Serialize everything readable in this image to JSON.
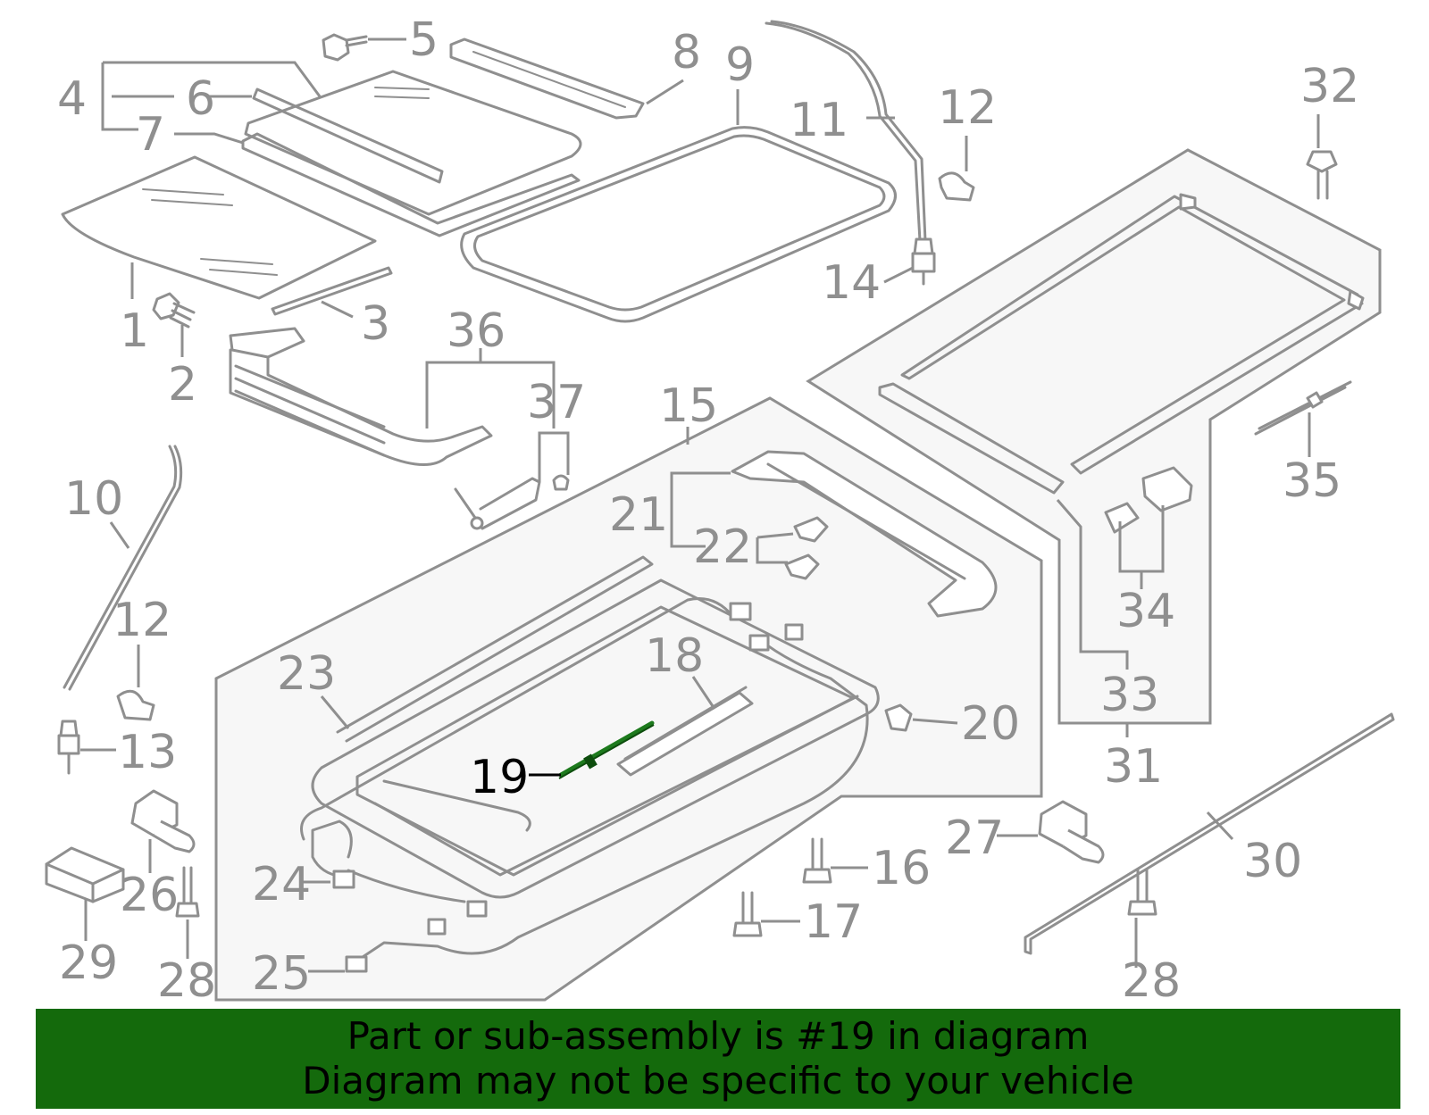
{
  "diagram": {
    "callouts": [
      {
        "id": "1",
        "label": "1"
      },
      {
        "id": "2",
        "label": "2"
      },
      {
        "id": "3",
        "label": "3"
      },
      {
        "id": "4",
        "label": "4"
      },
      {
        "id": "5",
        "label": "5"
      },
      {
        "id": "6",
        "label": "6"
      },
      {
        "id": "7",
        "label": "7"
      },
      {
        "id": "8",
        "label": "8"
      },
      {
        "id": "9",
        "label": "9"
      },
      {
        "id": "10",
        "label": "10"
      },
      {
        "id": "11",
        "label": "11"
      },
      {
        "id": "12a",
        "label": "12"
      },
      {
        "id": "12b",
        "label": "12"
      },
      {
        "id": "13",
        "label": "13"
      },
      {
        "id": "14",
        "label": "14"
      },
      {
        "id": "15",
        "label": "15"
      },
      {
        "id": "16",
        "label": "16"
      },
      {
        "id": "17",
        "label": "17"
      },
      {
        "id": "18",
        "label": "18"
      },
      {
        "id": "19",
        "label": "19"
      },
      {
        "id": "20",
        "label": "20"
      },
      {
        "id": "21",
        "label": "21"
      },
      {
        "id": "22",
        "label": "22"
      },
      {
        "id": "23",
        "label": "23"
      },
      {
        "id": "24",
        "label": "24"
      },
      {
        "id": "25",
        "label": "25"
      },
      {
        "id": "26",
        "label": "26"
      },
      {
        "id": "27",
        "label": "27"
      },
      {
        "id": "28a",
        "label": "28"
      },
      {
        "id": "28b",
        "label": "28"
      },
      {
        "id": "29",
        "label": "29"
      },
      {
        "id": "30",
        "label": "30"
      },
      {
        "id": "31",
        "label": "31"
      },
      {
        "id": "32",
        "label": "32"
      },
      {
        "id": "33",
        "label": "33"
      },
      {
        "id": "34",
        "label": "34"
      },
      {
        "id": "35",
        "label": "35"
      },
      {
        "id": "36",
        "label": "36"
      },
      {
        "id": "37",
        "label": "37"
      }
    ],
    "highlighted_part": "19",
    "colors": {
      "line": "#8f8f8f",
      "highlight_part": "#1d7a1d",
      "highlight_label": "#000000",
      "banner_background": "#146a0c",
      "banner_text": "#000000",
      "group_fill": "#f7f7f7"
    }
  },
  "banner": {
    "line1": "Part or sub-assembly is #19 in diagram",
    "line2": "Diagram may not be specific to your vehicle"
  }
}
